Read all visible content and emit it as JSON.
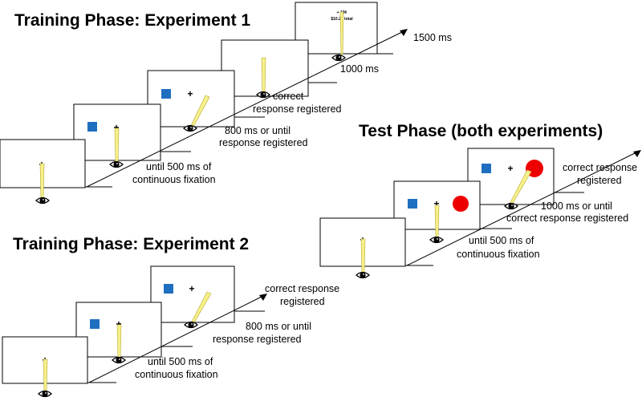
{
  "colors": {
    "square": "#1f6fc0",
    "circle": "#ee0000",
    "beam_fill": "#f7f08a"
  },
  "panels": {
    "training1": {
      "title": "Training Phase: Experiment 1",
      "labels": {
        "fix1": "until 500 ms of",
        "fix2": "continuous fixation",
        "resp1": "800 ms or until",
        "resp2": "response registered",
        "correct1": "correct",
        "correct2": "response registered",
        "fb": "1000 ms",
        "end": "1500 ms"
      },
      "reward": {
        "line1": "+ 10¢",
        "line2": "$10.20 total"
      }
    },
    "training2": {
      "title": "Training Phase: Experiment 2",
      "labels": {
        "fix1": "until 500 ms of",
        "fix2": "continuous fixation",
        "resp1": "800 ms or until",
        "resp2": "response registered",
        "correct1": "correct response",
        "correct2": "registered"
      }
    },
    "test": {
      "title": "Test Phase (both experiments)",
      "labels": {
        "fix1": "until 500 ms of",
        "fix2": "continuous fixation",
        "resp1": "1000 ms or until",
        "resp2": "correct response registered",
        "correct1": "correct response",
        "correct2": "registered"
      }
    }
  },
  "symbols": {
    "cross": "+"
  }
}
